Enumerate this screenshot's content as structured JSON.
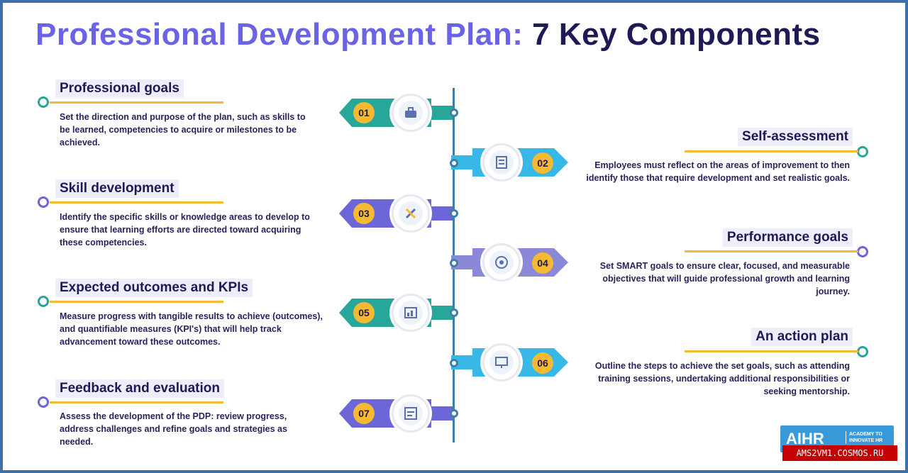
{
  "title": {
    "part1": "Professional Development Plan:",
    "part2": "7 Key Components"
  },
  "components": [
    {
      "num": "01",
      "heading": "Professional goals",
      "desc": "Set the direction and purpose of the plan, such as skills to be learned, competencies to acquire or milestones to be achieved.",
      "icon": "toolbox-icon",
      "color": "#29a69a"
    },
    {
      "num": "02",
      "heading": "Self-assessment",
      "desc": "Employees must reflect on the areas of improvement to then identify those that require development and set realistic goals.",
      "icon": "checklist-icon",
      "color": "#38b8e6"
    },
    {
      "num": "03",
      "heading": "Skill development",
      "desc": "Identify the specific skills or knowledge areas to develop to ensure that learning efforts are directed toward acquiring these competencies.",
      "icon": "tools-icon",
      "color": "#6c66d8"
    },
    {
      "num": "04",
      "heading": "Performance goals",
      "desc": "Set SMART goals to ensure clear, focused, and measurable objectives that will guide professional growth and learning journey.",
      "icon": "target-icon",
      "color": "#8b88d8"
    },
    {
      "num": "05",
      "heading": "Expected outcomes and KPIs",
      "desc": "Measure progress with tangible results to achieve (outcomes), and quantifiable measures (KPI's) that will help track advancement toward these outcomes.",
      "icon": "dashboard-icon",
      "color": "#29a69a"
    },
    {
      "num": "06",
      "heading": "An action plan",
      "desc": "Outline the steps to achieve the set goals, such as attending training sessions, undertaking additional responsibilities or seeking mentorship.",
      "icon": "presentation-icon",
      "color": "#38b8e6"
    },
    {
      "num": "07",
      "heading": "Feedback and evaluation",
      "desc": "Assess the development of the PDP: review progress, address challenges and refine goals and strategies as needed.",
      "icon": "feedback-icon",
      "color": "#6c66d8"
    }
  ],
  "logo": {
    "name": "AIHR",
    "tagline": "ACADEMY TO INNOVATE HR"
  },
  "watermark": "AMS2VM1.COSMOS.RU"
}
